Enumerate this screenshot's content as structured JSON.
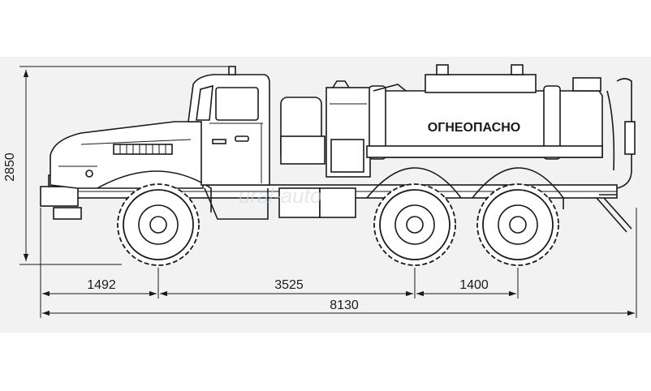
{
  "drawing": {
    "tank_label": "ОГНЕОПАСНО",
    "dimensions": {
      "height": "2850",
      "front_overhang": "1492",
      "wheelbase": "3525",
      "rear_axle_spacing": "1400",
      "overall_length": "8130"
    },
    "watermark_text": "ural-auto"
  }
}
